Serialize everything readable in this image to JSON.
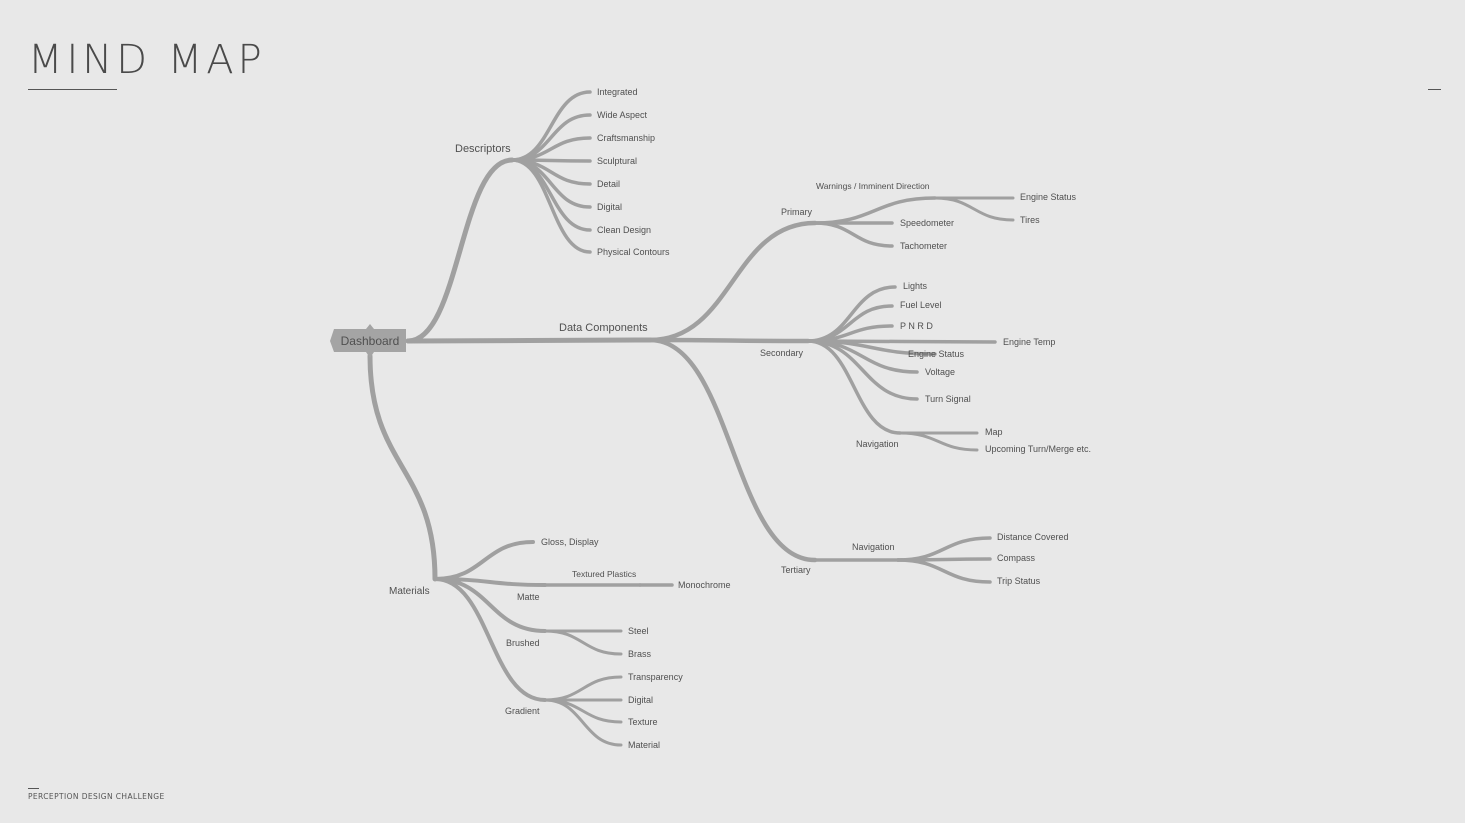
{
  "header": {
    "title": "MIND MAP"
  },
  "footer": {
    "text": "PERCEPTION DESIGN CHALLENGE"
  },
  "colors": {
    "background": "#e8e8e8",
    "branch": "#a0a0a0",
    "root_fill": "#a4a4a4",
    "text": "#505050"
  },
  "mindmap": {
    "root": "Dashboard",
    "descriptors": {
      "label": "Descriptors",
      "items": [
        "Integrated",
        "Wide Aspect",
        "Craftsmanship",
        "Sculptural",
        "Detail",
        "Digital",
        "Clean Design",
        "Physical Contours"
      ]
    },
    "data_components": {
      "label": "Data Components",
      "primary": {
        "label": "Primary",
        "warnings": {
          "label": "Warnings / Imminent Direction",
          "items": [
            "Engine Status",
            "Tires"
          ]
        },
        "items": [
          "Speedometer",
          "Tachometer"
        ]
      },
      "secondary": {
        "label": "Secondary",
        "items": [
          "Lights",
          "Fuel Level",
          "P N R D",
          "Engine Temp",
          "Engine Status",
          "Voltage",
          "Turn Signal"
        ],
        "navigation": {
          "label": "Navigation",
          "items": [
            "Map",
            "Upcoming Turn/Merge etc."
          ]
        }
      },
      "tertiary": {
        "label": "Tertiary",
        "navigation": {
          "label": "Navigation",
          "items": [
            "Distance Covered",
            "Compass",
            "Trip Status"
          ]
        }
      }
    },
    "materials": {
      "label": "Materials",
      "gloss": "Gloss, Display",
      "matte": {
        "label": "Matte",
        "textured": "Textured Plastics",
        "monochrome": "Monochrome"
      },
      "brushed": {
        "label": "Brushed",
        "items": [
          "Steel",
          "Brass"
        ]
      },
      "gradient": {
        "label": "Gradient",
        "items": [
          "Transparency",
          "Digital",
          "Texture",
          "Material"
        ]
      }
    }
  }
}
